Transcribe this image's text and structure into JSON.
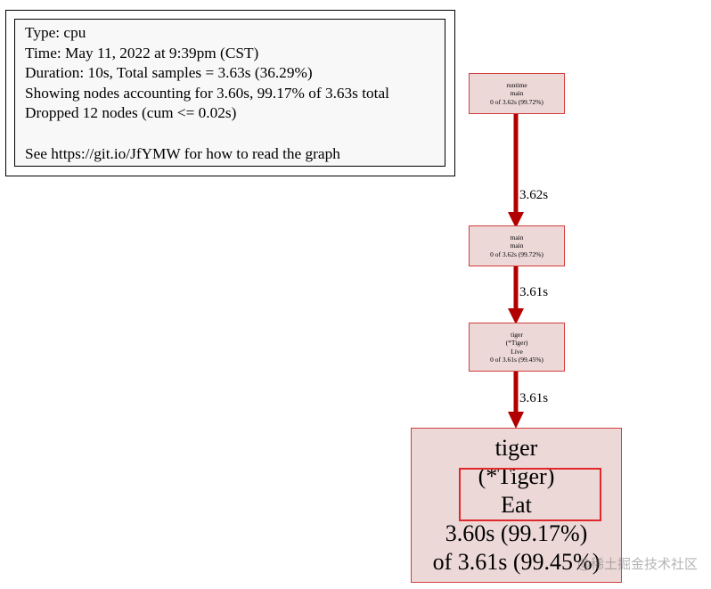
{
  "legend": {
    "lines": [
      "Type: cpu",
      "Time: May 11, 2022 at 9:39pm (CST)",
      "Duration: 10s, Total samples = 3.63s (36.29%)",
      "Showing nodes accounting for 3.60s, 99.17% of 3.63s total",
      "Dropped 12 nodes (cum <= 0.02s)"
    ],
    "help": "See https://git.io/JfYMW for how to read the graph"
  },
  "nodes": {
    "runtime_main": {
      "lines": [
        "runtime",
        "main",
        "0 of 3.62s (99.72%)"
      ]
    },
    "main_main": {
      "lines": [
        "main",
        "main",
        "0 of 3.62s (99.72%)"
      ]
    },
    "tiger_live": {
      "lines": [
        "tiger",
        "(*Tiger)",
        "Live",
        "0 of 3.61s (99.45%)"
      ]
    },
    "tiger_eat": {
      "lines": [
        "tiger",
        "(*Tiger)",
        "Eat",
        "3.60s (99.17%)",
        "of 3.61s (99.45%)"
      ]
    }
  },
  "edges": [
    {
      "from": "runtime.main",
      "to": "main.main",
      "label": "3.62s"
    },
    {
      "from": "main.main",
      "to": "tiger.(*Tiger).Live",
      "label": "3.61s"
    },
    {
      "from": "tiger.(*Tiger).Live",
      "to": "tiger.(*Tiger).Eat",
      "label": "3.61s"
    }
  ],
  "colors": {
    "edge": "#b20000",
    "node_fill": "#edd8d8",
    "node_border": "#d43c3c",
    "highlight": "#e0282a"
  },
  "watermark": "@稀土掘金技术社区"
}
